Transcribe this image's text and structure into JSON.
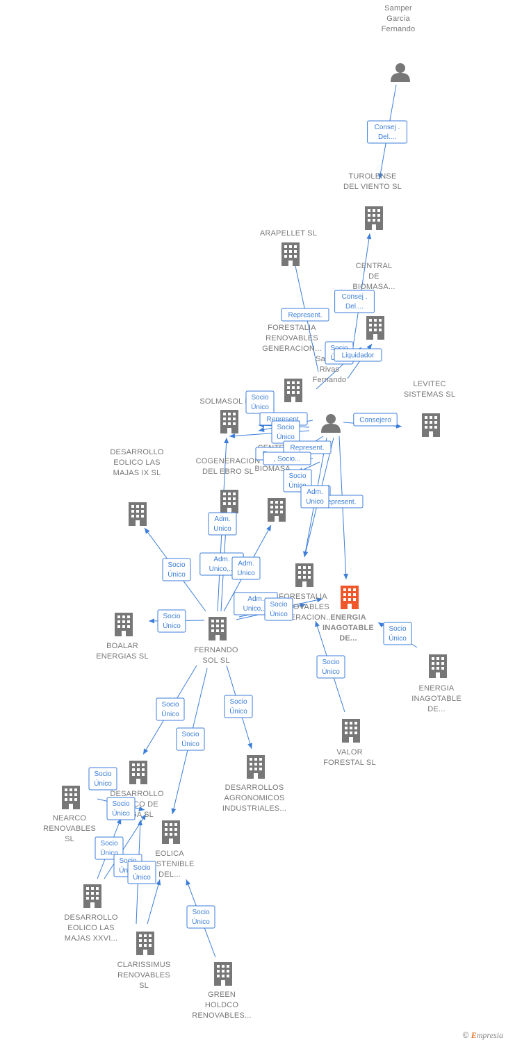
{
  "colors": {
    "accent": "#3b7dd8",
    "node": "#777777",
    "focus": "#f0582b"
  },
  "nodes": [
    {
      "id": "samper_garcia",
      "type": "person",
      "label": [
        "Samper",
        "Garcia",
        "Fernando"
      ]
    },
    {
      "id": "turolense",
      "type": "company",
      "label": [
        "TUROLENSE",
        "DEL VIENTO SL"
      ]
    },
    {
      "id": "arapellet",
      "type": "company",
      "label": [
        "ARAPELLET  SL"
      ]
    },
    {
      "id": "central_biomasa_top",
      "type": "company",
      "label": [
        "CENTRAL",
        "DE",
        "BIOMASA..."
      ]
    },
    {
      "id": "forestalia_top",
      "type": "company",
      "label": [
        "FORESTALIA",
        "RENOVABLES",
        "GENERACION..."
      ]
    },
    {
      "id": "samper_rivas",
      "type": "person",
      "label": [
        "Samper",
        "Rivas",
        "Fernando"
      ]
    },
    {
      "id": "levitec",
      "type": "company",
      "label": [
        "LEVITEC",
        "SISTEMAS  SL"
      ]
    },
    {
      "id": "solmasol",
      "type": "company",
      "label": [
        "SOLMASOL I SL"
      ]
    },
    {
      "id": "desarrollo_ix",
      "type": "company",
      "label": [
        "DESARROLLO",
        "EOLICO LAS",
        "MAJAS IX  SL"
      ]
    },
    {
      "id": "cogeneracion",
      "type": "company",
      "label": [
        "COGENERACION",
        "DEL EBRO  SL"
      ]
    },
    {
      "id": "central_biomasa_mid",
      "type": "company",
      "label": [
        "CENTRAL",
        "DE",
        "BIOMASA..."
      ]
    },
    {
      "id": "forestalia_mid",
      "type": "company",
      "label": [
        "FORESTALIA",
        "RENOVABLES",
        "GENERACION..."
      ]
    },
    {
      "id": "energia_focus",
      "type": "company",
      "focus": true,
      "label": [
        "ENERGIA",
        "INAGOTABLE",
        "DE..."
      ]
    },
    {
      "id": "boalar",
      "type": "company",
      "label": [
        "BOALAR",
        "ENERGIAS  SL"
      ]
    },
    {
      "id": "fernando_sol",
      "type": "company",
      "label": [
        "FERNANDO",
        "SOL SL"
      ]
    },
    {
      "id": "energia_right",
      "type": "company",
      "label": [
        "ENERGIA",
        "INAGOTABLE",
        "DE..."
      ]
    },
    {
      "id": "valor_forestal",
      "type": "company",
      "label": [
        "VALOR",
        "FORESTAL SL"
      ]
    },
    {
      "id": "desarrollo_eolico_vega",
      "type": "company",
      "label": [
        "DESARROLLO",
        "EOLICO DE",
        "VEGA SL"
      ]
    },
    {
      "id": "desarrollos_agro",
      "type": "company",
      "label": [
        "DESARROLLOS",
        "AGRONOMICOS",
        "INDUSTRIALES..."
      ]
    },
    {
      "id": "nearco",
      "type": "company",
      "label": [
        "NEARCO",
        "RENOVABLES",
        "SL"
      ]
    },
    {
      "id": "eolica_sostenible",
      "type": "company",
      "label": [
        "EOLICA",
        "SOSTENIBLE",
        "DEL..."
      ]
    },
    {
      "id": "desarrollo_xxvi",
      "type": "company",
      "label": [
        "DESARROLLO",
        "EOLICO LAS",
        "MAJAS XXVI..."
      ]
    },
    {
      "id": "clarissimus",
      "type": "company",
      "label": [
        "CLARISSIMUS",
        "RENOVABLES",
        "SL"
      ]
    },
    {
      "id": "green_holdco",
      "type": "company",
      "label": [
        "GREEN",
        "HOLDCO",
        "RENOVABLES..."
      ]
    }
  ],
  "edges": [
    {
      "id": "e1",
      "label": [
        "Consej .",
        "Del...."
      ]
    },
    {
      "id": "e2",
      "label": [
        "Represent."
      ]
    },
    {
      "id": "e3",
      "label": [
        "Consej .",
        "Del...."
      ]
    },
    {
      "id": "e4",
      "label": [
        "Socio",
        "Único"
      ]
    },
    {
      "id": "e5",
      "label": [
        "Liquidador"
      ]
    },
    {
      "id": "e6",
      "label": [
        "Consejero"
      ]
    },
    {
      "id": "e7",
      "label": [
        "Socio",
        "Único"
      ]
    },
    {
      "id": "e8",
      "label": [
        "Represent."
      ]
    },
    {
      "id": "e9",
      "label": [
        "Socio",
        "Único"
      ]
    },
    {
      "id": "e10",
      "label": [
        "Represent."
      ]
    },
    {
      "id": "e11",
      "label": [
        "Represent."
      ]
    },
    {
      "id": "e12",
      "label": [
        ", Socio..."
      ]
    },
    {
      "id": "e13",
      "label": [
        "Socio",
        "Único"
      ]
    },
    {
      "id": "e14",
      "label": [
        "Adm.",
        "Unico"
      ]
    },
    {
      "id": "e15",
      "label": [
        "Represent."
      ]
    },
    {
      "id": "e16",
      "label": [
        "Adm.",
        "Unico"
      ]
    },
    {
      "id": "e17",
      "label": [
        "Socio",
        "Único"
      ]
    },
    {
      "id": "e18",
      "label": [
        "Adm.",
        "Unico,..."
      ]
    },
    {
      "id": "e19",
      "label": [
        "Adm.",
        "Unico"
      ]
    },
    {
      "id": "e20",
      "label": [
        "Adm.",
        "Unico"
      ]
    },
    {
      "id": "e21",
      "label": [
        "Adm.",
        "Unico,..."
      ]
    },
    {
      "id": "e22",
      "label": [
        "Socio",
        "Único"
      ]
    },
    {
      "id": "e23",
      "label": [
        "Socio",
        "Único"
      ]
    },
    {
      "id": "e24",
      "label": [
        "Socio",
        "Único"
      ]
    },
    {
      "id": "e25",
      "label": [
        "Socio",
        "Único"
      ]
    },
    {
      "id": "e26",
      "label": [
        "Socio",
        "Único"
      ]
    },
    {
      "id": "e27",
      "label": [
        "Socio",
        "Único"
      ]
    },
    {
      "id": "e28",
      "label": [
        "Socio",
        "Único"
      ]
    },
    {
      "id": "e29",
      "label": [
        "Socio",
        "Único"
      ]
    },
    {
      "id": "e30",
      "label": [
        "Socio",
        "Único"
      ]
    },
    {
      "id": "e31",
      "label": [
        "Socio",
        "Único"
      ]
    },
    {
      "id": "e32",
      "label": [
        "Socio",
        "Único"
      ]
    },
    {
      "id": "e33",
      "label": [
        "Socio",
        "Único"
      ]
    },
    {
      "id": "e34",
      "label": [
        "Socio",
        "Único"
      ]
    }
  ],
  "footer": {
    "copyright": "©",
    "brand_initial": "E",
    "brand_rest": "mpresia"
  }
}
